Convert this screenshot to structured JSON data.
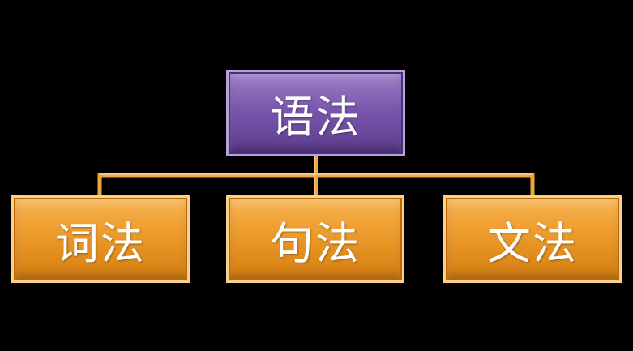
{
  "diagram": {
    "root": {
      "label": "语法"
    },
    "children": [
      {
        "label": "词法"
      },
      {
        "label": "句法"
      },
      {
        "label": "文法"
      }
    ]
  },
  "colors": {
    "background": "#000000",
    "root_fill": "#7a57ad",
    "child_fill": "#ec9a2a",
    "connector": "#f1a53e",
    "text": "#ffffff"
  }
}
